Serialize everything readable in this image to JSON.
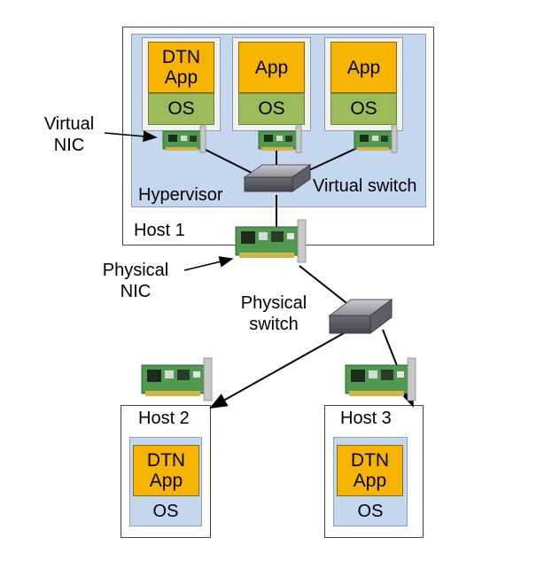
{
  "labels": {
    "virtual_nic": [
      "Virtual",
      "NIC"
    ],
    "physical_nic": [
      "Physical",
      "NIC"
    ],
    "physical_switch": [
      "Physical",
      "switch"
    ],
    "hypervisor": "Hypervisor",
    "virtual_switch": "Virtual switch"
  },
  "host1": {
    "label": "Host 1",
    "vms": [
      {
        "app": [
          "DTN",
          "App"
        ],
        "os": "OS"
      },
      {
        "app": [
          "App"
        ],
        "os": "OS"
      },
      {
        "app": [
          "App"
        ],
        "os": "OS"
      }
    ]
  },
  "host2": {
    "label": "Host 2",
    "app": [
      "DTN",
      "App"
    ],
    "os": "OS"
  },
  "host3": {
    "label": "Host 3",
    "app": [
      "DTN",
      "App"
    ],
    "os": "OS"
  },
  "colors": {
    "app": "#f6b400",
    "os": "#9cbb5a",
    "hypervisor": "#c5d7ee",
    "nic_board": "#5aa55a",
    "switch": "#7f7f88"
  },
  "icons": [
    "nic-card-icon",
    "switch-icon",
    "arrow-icon"
  ]
}
